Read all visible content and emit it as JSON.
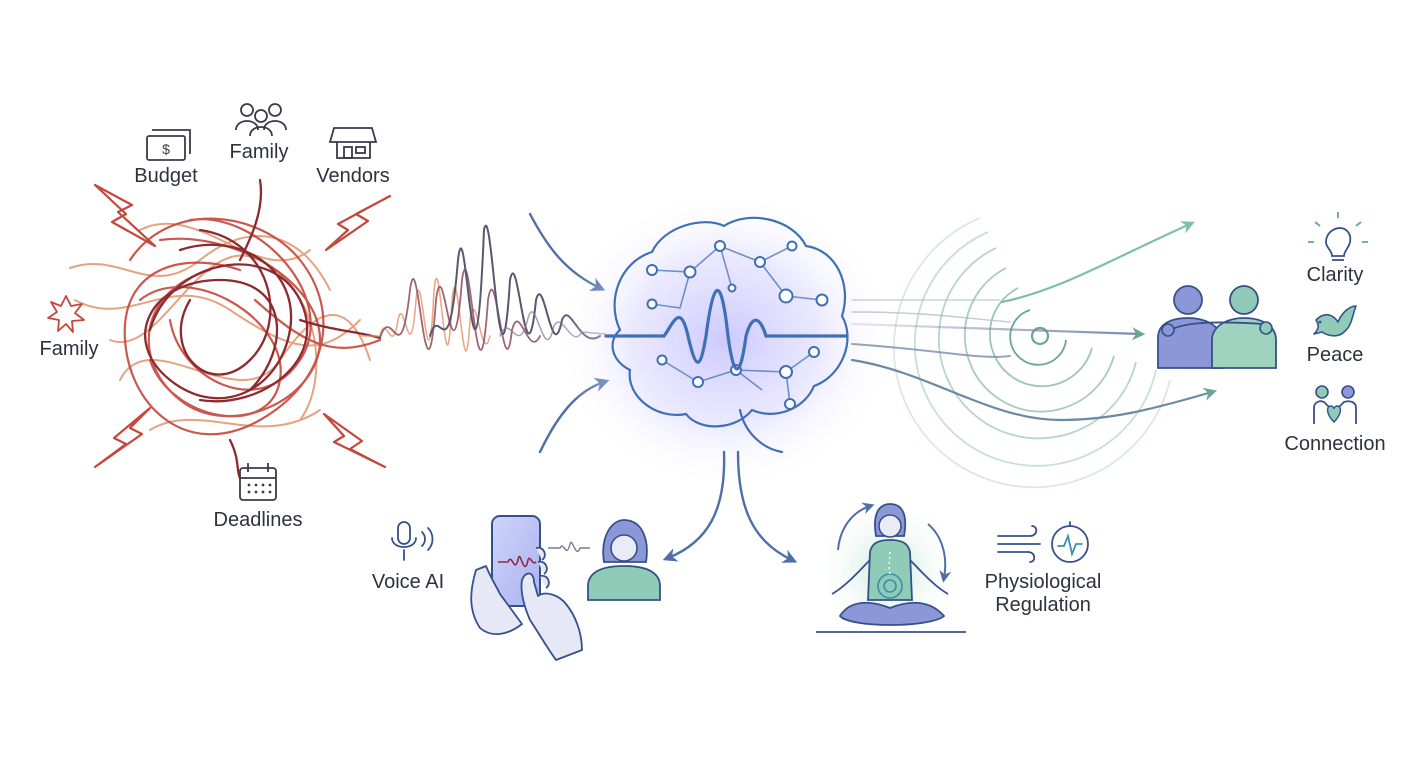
{
  "stressors": {
    "budget": "Budget",
    "family_top": "Family",
    "vendors": "Vendors",
    "family_left": "Family",
    "deadlines": "Deadlines"
  },
  "tools": {
    "voice_ai": "Voice AI",
    "physio_line1": "Physiological",
    "physio_line2": "Regulation"
  },
  "outcomes": {
    "clarity": "Clarity",
    "peace": "Peace",
    "connection": "Connection"
  },
  "colors": {
    "stress_dark": "#8e2a2f",
    "stress_mid": "#c4473b",
    "stress_light": "#e2936a",
    "wave": "#5b5670",
    "brain": "#3f6fb5",
    "glow": "#b7b5f5",
    "calm": "#6fae9c",
    "arrow_blue": "#4f6fa8",
    "icon_dark": "#3b3a48",
    "icon_blue": "#35508a"
  },
  "icons": {
    "budget": "money-bill-icon",
    "family_top": "group-icon",
    "vendors": "storefront-icon",
    "family_left": "burst-icon",
    "deadlines": "calendar-icon",
    "voice_ai": "microphone-icon",
    "physio": "wind-and-heart-monitor-icon",
    "clarity": "lightbulb-icon",
    "peace": "dove-icon",
    "connection": "family-heart-icon"
  }
}
